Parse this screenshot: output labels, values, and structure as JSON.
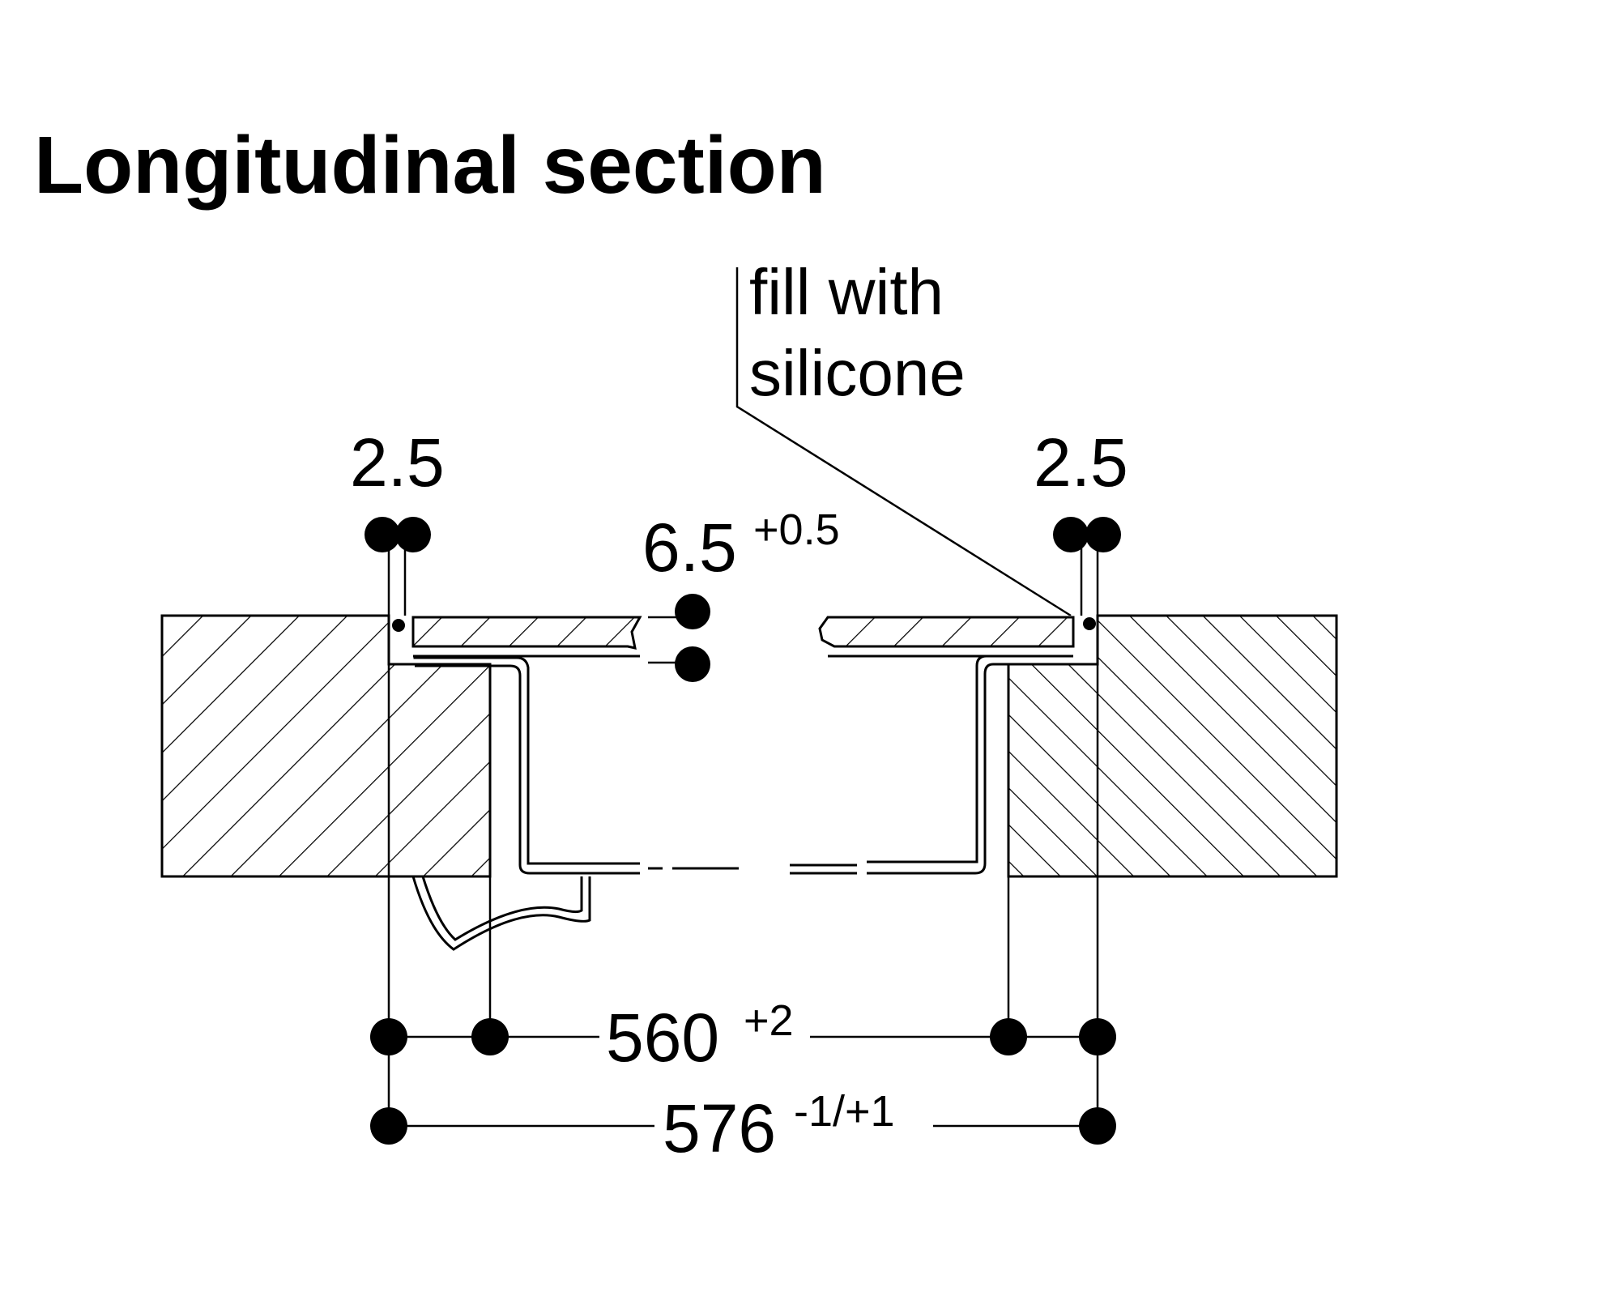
{
  "title": "Longitudinal section",
  "annotation": {
    "line1": "fill with",
    "line2": "silicone"
  },
  "dimensions": {
    "gap_left": "2.5",
    "gap_right": "2.5",
    "glass_thickness": "6.5",
    "glass_thickness_tolerance": "+0.5",
    "cutout_width": "560",
    "cutout_width_tolerance": "+2",
    "overall_width": "576",
    "overall_width_tolerance": "-1/+1"
  },
  "colors": {
    "ink": "#000000",
    "background": "#ffffff"
  }
}
